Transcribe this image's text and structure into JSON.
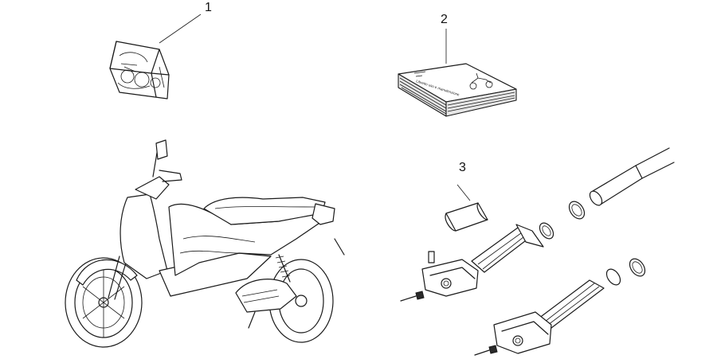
{
  "callouts": [
    {
      "id": "1",
      "label": "1"
    },
    {
      "id": "2",
      "label": "2"
    },
    {
      "id": "3",
      "label": "3"
    }
  ],
  "parts": {
    "tool_kit": {
      "icon": "tool-kit-bag-icon"
    },
    "manual": {
      "icon": "owner-manual-icon",
      "cover_text": "Libretto uso e manutenzione"
    },
    "fork": {
      "icon": "front-fork-icon"
    },
    "scooter": {
      "icon": "scooter-icon"
    }
  },
  "colors": {
    "line": "#1a1a1a",
    "background": "#ffffff"
  }
}
